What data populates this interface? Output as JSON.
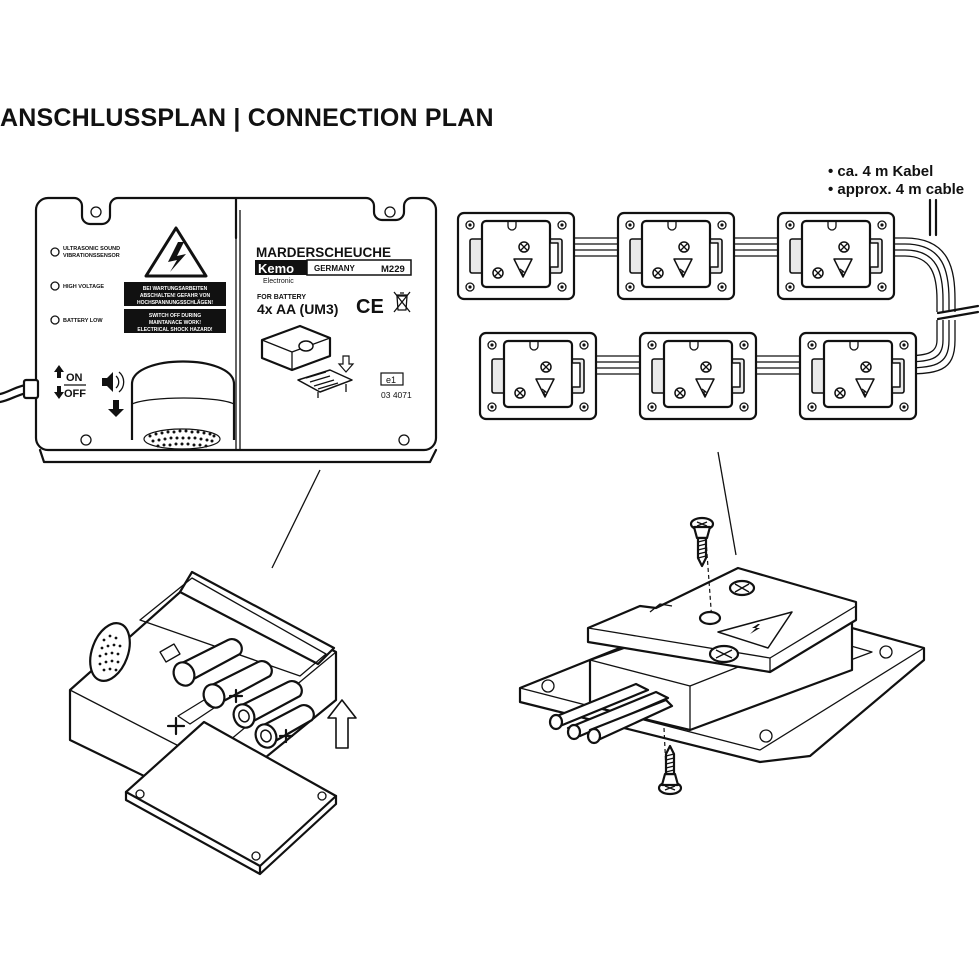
{
  "title": "ANSCHLUSSPLAN | CONNECTION PLAN",
  "cable_note": {
    "de": "ca. 4 m Kabel",
    "en": "approx. 4 m cable"
  },
  "device": {
    "indicators": {
      "ultrasonic_line1": "ULTRASONIC SOUND",
      "ultrasonic_line2": "VIBRATIONSSENSOR",
      "high_voltage": "HIGH VOLTAGE",
      "battery_low": "BATTERY LOW"
    },
    "warning_de_line1": "BEI WARTUNGSARBEITEN",
    "warning_de_line2": "ABSCHALTEN! GEFAHR VON",
    "warning_de_line3": "HOCHSPANNUNGSSCHLÄGEN!",
    "warning_en_line1": "SWITCH OFF DURING",
    "warning_en_line2": "MAINTANACE WORK!",
    "warning_en_line3": "ELECTRICAL SHOCK HAZARD!",
    "switch_on": "ON",
    "switch_off": "OFF",
    "product_name": "MARDERSCHEUCHE",
    "brand": "Kemo",
    "brand_sub": "Electronic",
    "country": "GERMANY",
    "model": "M229",
    "battery_heading": "FOR BATTERY",
    "battery_type": "4x AA (UM3)",
    "ce_mark": "CE",
    "e_mark": "e1",
    "approval_number": "03 4071"
  },
  "icons": [
    "warning-triangle-icon",
    "high-voltage-icon",
    "speaker-icon",
    "arrow-down-icon",
    "weee-bin-icon",
    "screw-icon"
  ]
}
